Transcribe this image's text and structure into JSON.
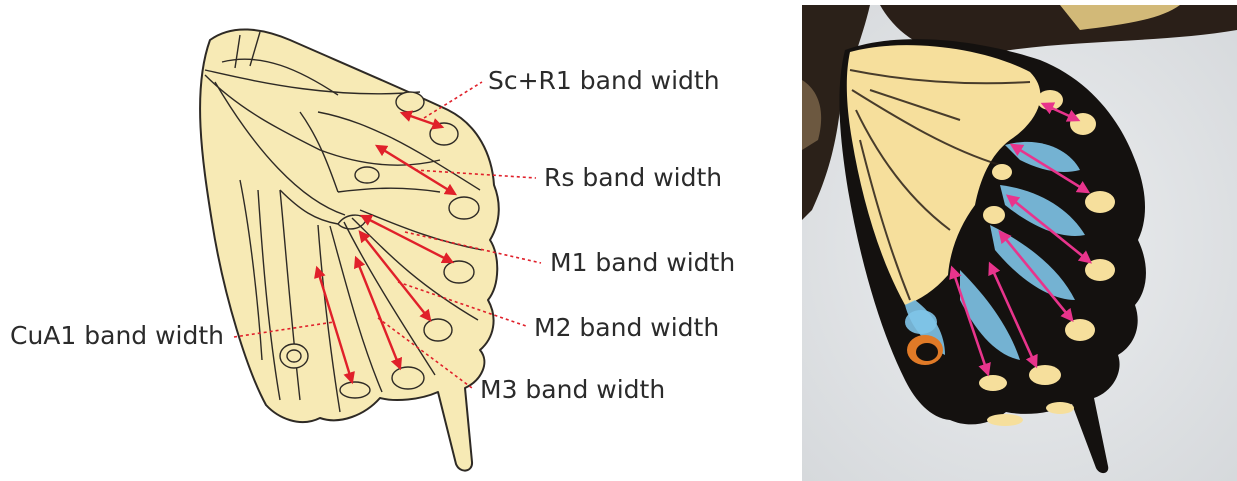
{
  "diagram": {
    "labels": {
      "sc_r1": "Sc+R1 band width",
      "rs": "Rs band width",
      "m1": "M1 band width",
      "m2": "M2 band width",
      "m3": "M3 band width",
      "cua1": "CuA1 band width"
    }
  },
  "colors": {
    "wing_fill": "#f7eab5",
    "vein_outline": "#2e2a25",
    "arrow_red": "#e0202a",
    "arrow_magenta": "#e8348c",
    "photo_background": "#dfe2e4",
    "wing_black": "#14110f",
    "wing_yellow": "#f6df9c",
    "blue_scales": "#7fc4e8",
    "orange_eyespot": "#e07a27"
  },
  "photo": {
    "subject": "swallowtail hindwing specimen",
    "icon": "butterfly-hindwing-photo"
  }
}
